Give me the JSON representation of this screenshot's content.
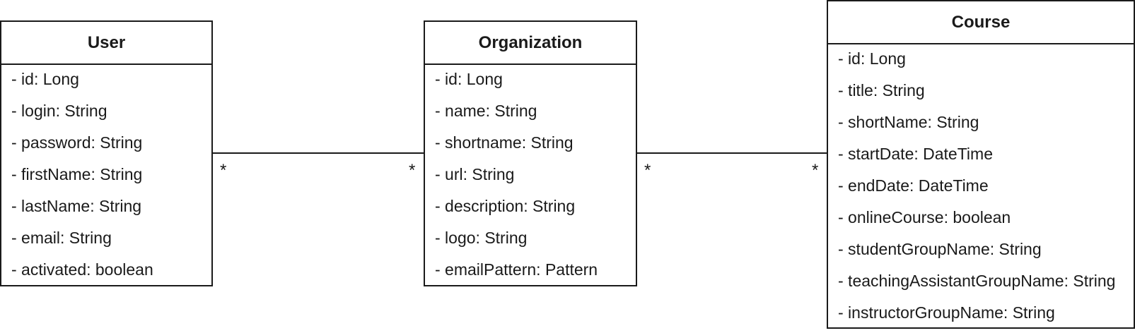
{
  "classes": [
    {
      "name": "User",
      "attributes": [
        "- id: Long",
        "- login: String",
        "- password: String",
        "- firstName: String",
        "- lastName: String",
        "- email: String",
        "- activated: boolean"
      ]
    },
    {
      "name": "Organization",
      "attributes": [
        "- id: Long",
        "- name: String",
        "- shortname: String",
        "- url: String",
        "- description: String",
        "- logo: String",
        "- emailPattern: Pattern"
      ]
    },
    {
      "name": "Course",
      "attributes": [
        "- id: Long",
        "- title: String",
        "- shortName: String",
        "- startDate: DateTime",
        "- endDate: DateTime",
        "- onlineCourse: boolean",
        "- studentGroupName: String",
        "- teachingAssistantGroupName: String",
        "- instructorGroupName: String"
      ]
    }
  ],
  "associations": [
    {
      "from": "User",
      "to": "Organization",
      "from_multiplicity": "*",
      "to_multiplicity": "*"
    },
    {
      "from": "Organization",
      "to": "Course",
      "from_multiplicity": "*",
      "to_multiplicity": "*"
    }
  ]
}
